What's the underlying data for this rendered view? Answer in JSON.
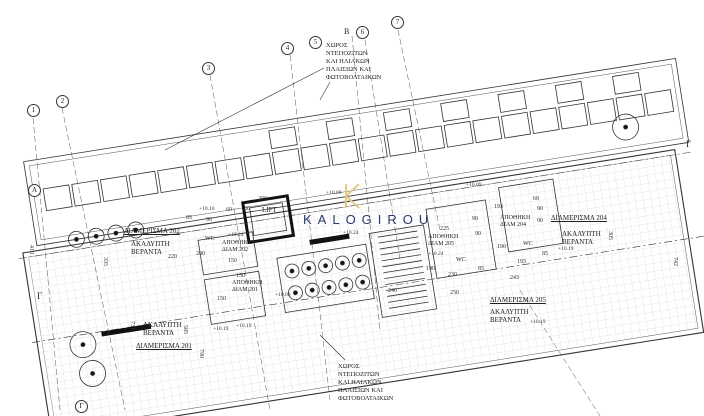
{
  "watermark": "KALOGIROU",
  "grid_labels": {
    "g1": "1",
    "g2": "2",
    "g3": "3",
    "g4": "4",
    "g5": "5",
    "g6": "6",
    "g7": "7",
    "gA": "A",
    "gB": "B",
    "gG_left": "Γ",
    "gG_right": "Γ",
    "gG_bottom": "Γ"
  },
  "notes": {
    "top": [
      "ΧΩΡΟΣ",
      "ΝΤΕΠΟΖΙΤΩΝ",
      "ΚΑΙ ΗΛΙΑΚΩΝ",
      "ΠΛΑΙΣΙΩΝ ΚΑΙ",
      "ΦΩΤΟΒΟΛΤΑΙΚΩΝ"
    ],
    "bottom": [
      "ΧΩΡΟΣ",
      "ΝΤΕΠΟΖΙΤΩΝ",
      "ΚΑΙ ΗΛΙΑΚΩΝ",
      "ΠΛΑΙΣΙΩΝ ΚΑΙ",
      "ΦΩΤΟΒΟΛΤΑΙΚΩΝ"
    ]
  },
  "rooms": {
    "apt202": {
      "name": "ΔΙΑΜΕΡΙΣΜΑ 202",
      "l1": "ΑΚΑΛΥΠΤΗ",
      "l2": "ΒΕΡΑΝΤΑ"
    },
    "apt201": {
      "name": "ΔΙΑΜΕΡΙΣΜΑ 201",
      "l1": "ΑΚΑΛΥΠΤΗ",
      "l2": "ΒΕΡΑΝΤΑ"
    },
    "apt204": {
      "name": "ΔΙΑΜΕΡΙΣΜΑ 204",
      "l1": "ΑΚΑΛΥΠΤΗ",
      "l2": "ΒΕΡΑΝΤΑ"
    },
    "apt205": {
      "name": "ΔΙΑΜΕΡΙΣΜΑ 205",
      "l1": "ΑΚΑΛΥΠΤΗ",
      "l2": "ΒΕΡΑΝΤΑ"
    },
    "store202": {
      "l1": "ΑΠΟΘΗΚΗ",
      "l2": "ΔΙΑΜ 202"
    },
    "store201": {
      "l1": "ΑΠΟΘΗΚΗ",
      "l2": "ΔΙΑΜ 201"
    },
    "store205": {
      "l1": "ΑΠΟΘΗΚΗ",
      "l2": "ΔΙΑΜ 205"
    },
    "store204": {
      "l1": "ΑΠΟΘΗΚΗ",
      "l2": "ΔΙΑΜ 204"
    },
    "lift": "LIFT",
    "wc": "WC"
  },
  "elevations": [
    "+10.09",
    "+10.09",
    "+10.24",
    "+10.10",
    "+10.24",
    "+10.19",
    "+10.19",
    "+10.09",
    "+10.19",
    "+10.24",
    "+10.19"
  ],
  "dimensions": [
    "200",
    "80",
    "85",
    "90",
    "60",
    "150",
    "150",
    "220",
    "410",
    "335",
    "200",
    "150",
    "731",
    "505",
    "790",
    "240",
    "250",
    "243",
    "193",
    "193",
    "225",
    "742",
    "305",
    "90",
    "90",
    "90",
    "85",
    "85",
    "90",
    "60",
    "230",
    "190",
    "190"
  ]
}
